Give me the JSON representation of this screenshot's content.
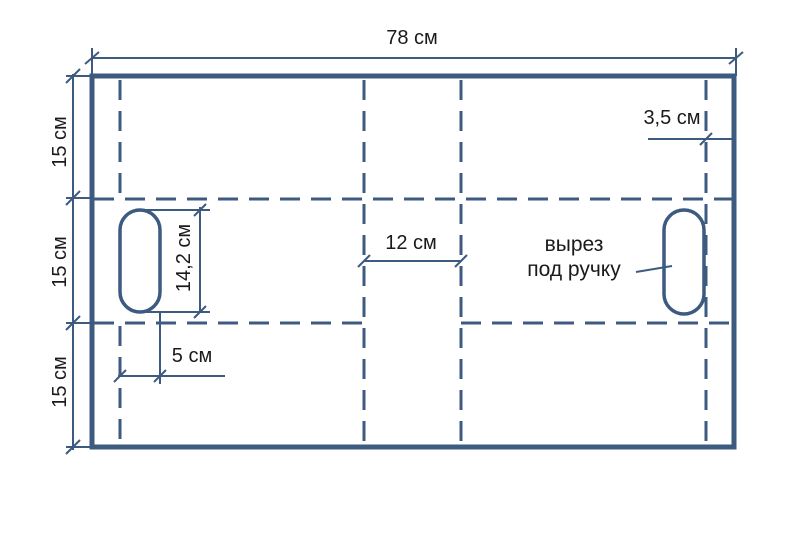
{
  "colors": {
    "line": "#3d5a80",
    "text": "#1a1a1a",
    "background": "#ffffff"
  },
  "dimensions": {
    "width_total": "78 см",
    "height_top": "15 см",
    "height_middle": "15 см",
    "height_bottom": "15 см",
    "handle_height": "14,2 см",
    "handle_offset": "5 см",
    "center_strip": "12 см",
    "side_margin": "3,5 см"
  },
  "annotation": {
    "line1": "вырез",
    "line2": "под ручку"
  }
}
